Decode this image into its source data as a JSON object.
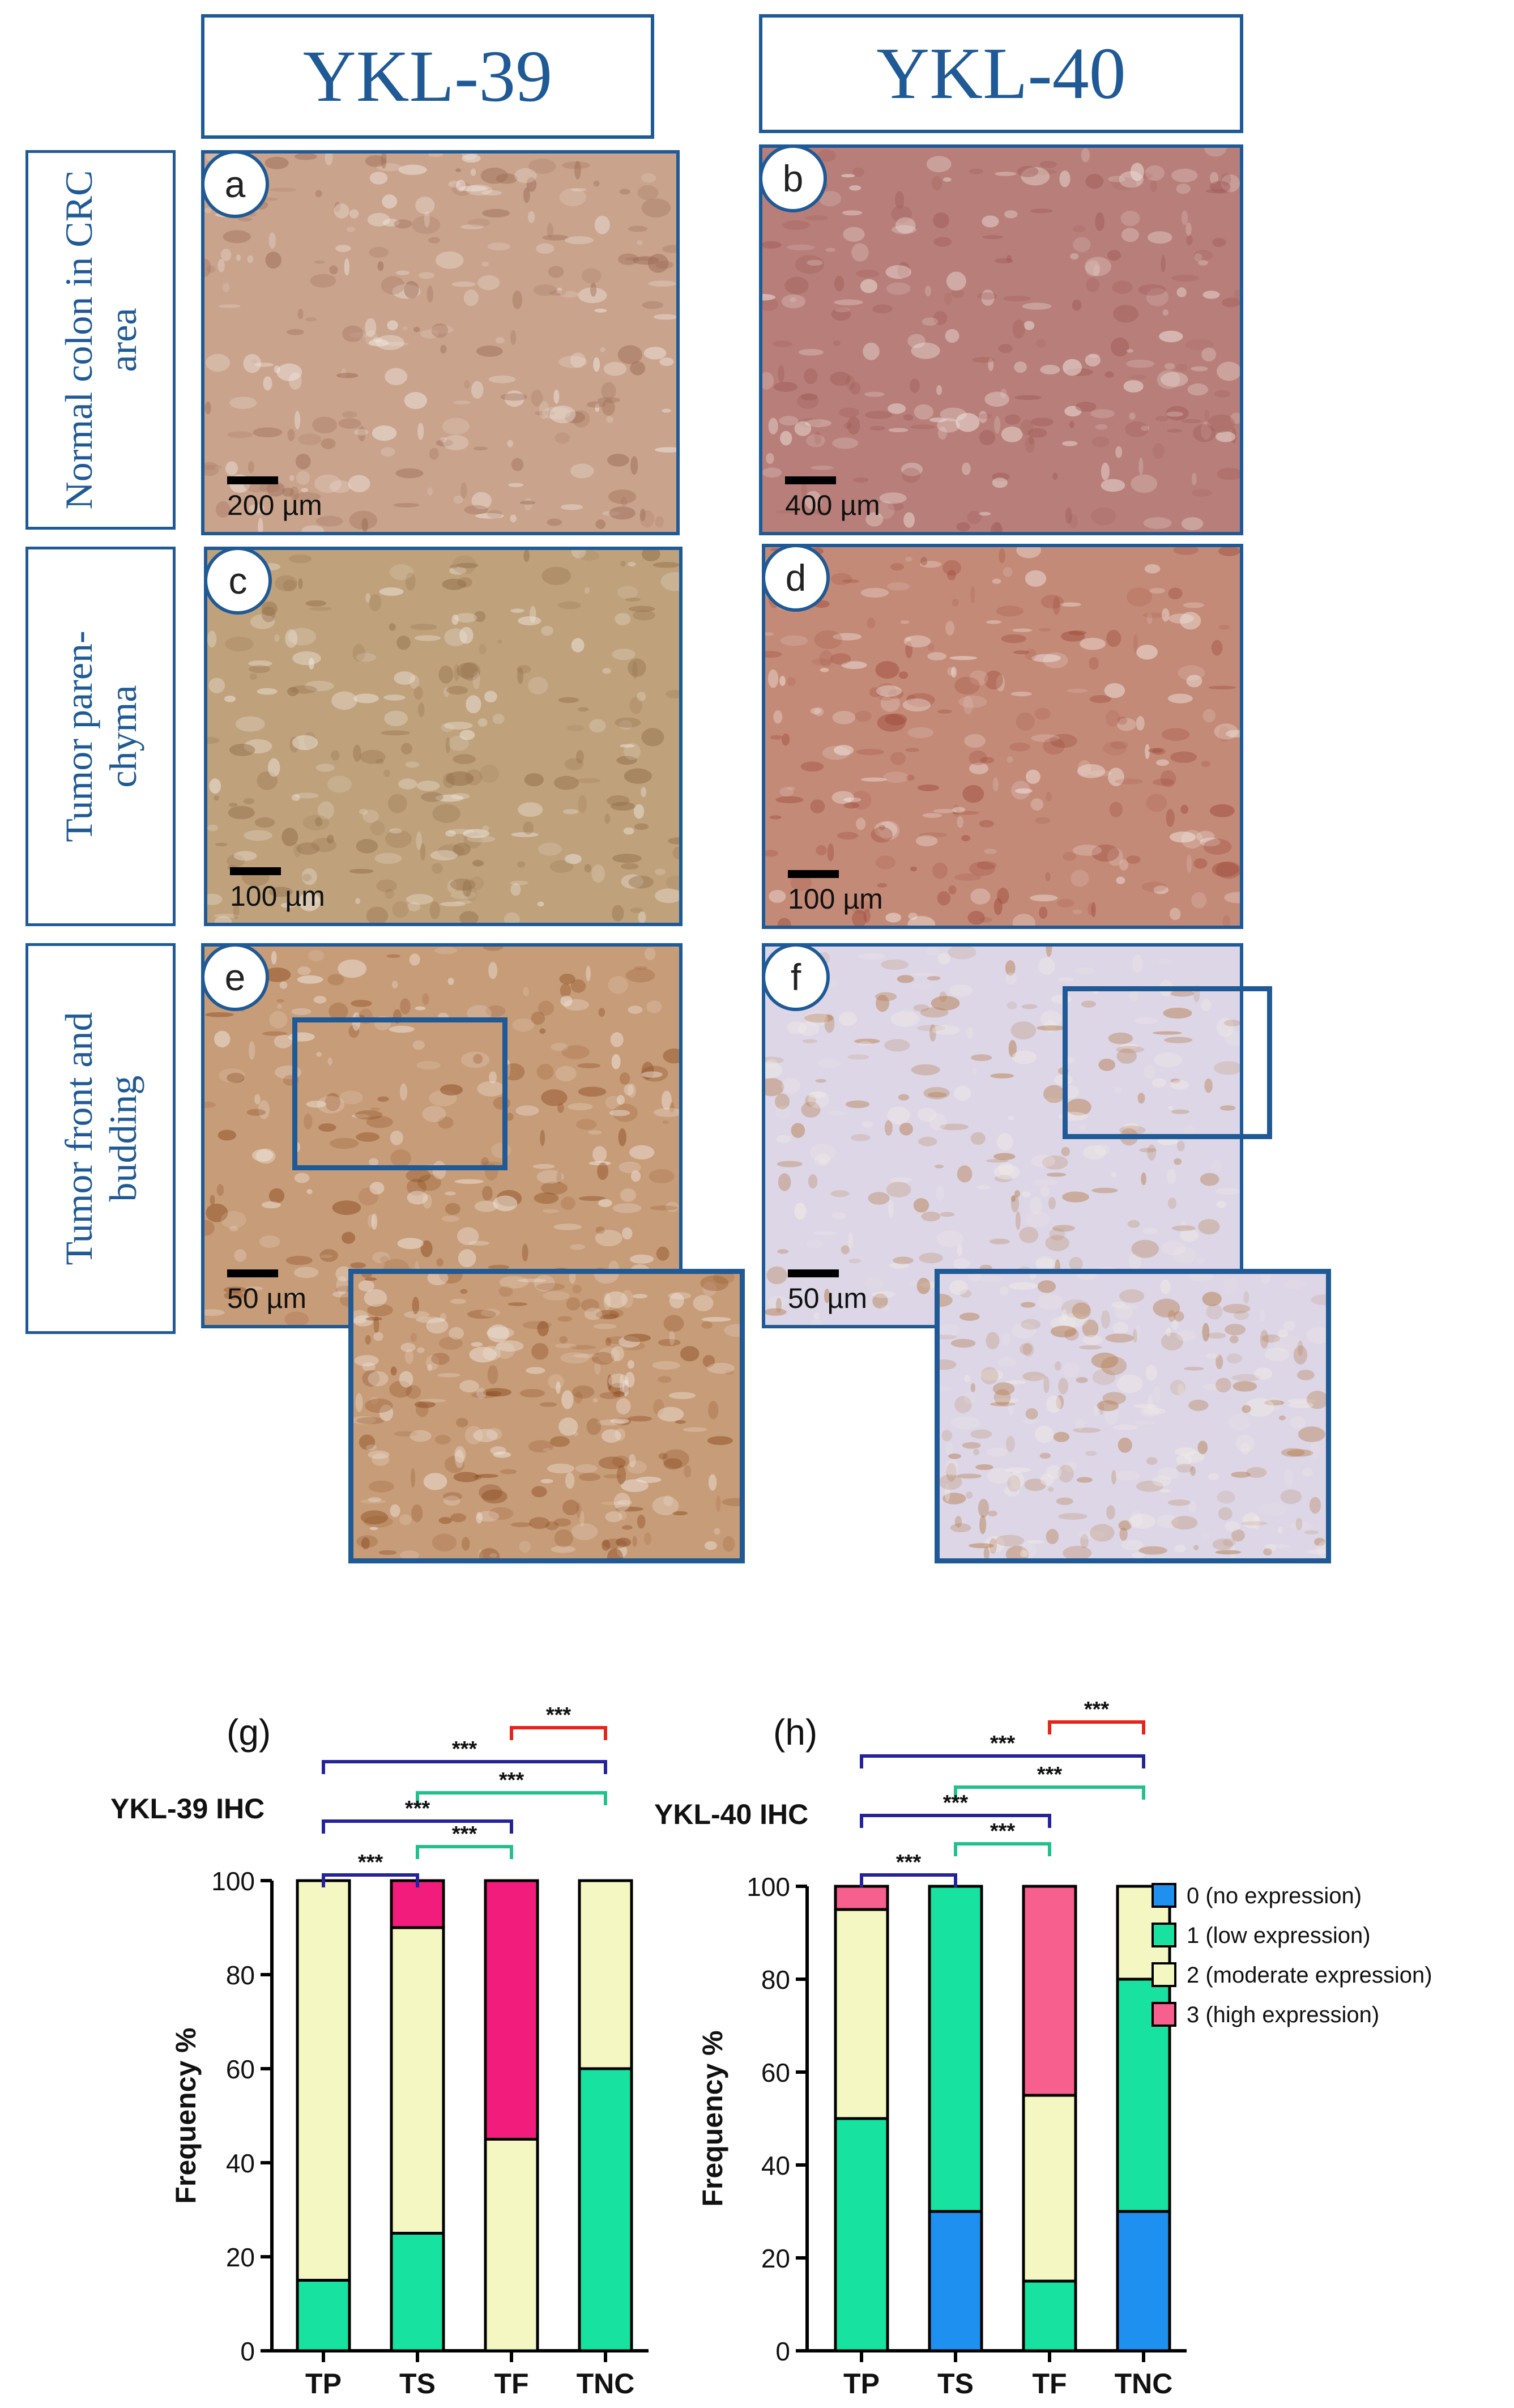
{
  "headers": {
    "left": "YKL-39",
    "right": "YKL-40"
  },
  "row_labels": [
    "Normal colon in CRC\narea",
    "Tumor paren-\nchyma",
    "Tumor front and\nbudding"
  ],
  "panels": [
    {
      "letter": "a",
      "scale": "200 µm",
      "tissue": "#c9a38c",
      "accent": "#9b6a55"
    },
    {
      "letter": "b",
      "scale": "400 µm",
      "tissue": "#b87f7a",
      "accent": "#a05a55"
    },
    {
      "letter": "c",
      "scale": "100 µm",
      "tissue": "#bfa27c",
      "accent": "#8f6b48"
    },
    {
      "letter": "d",
      "scale": "100 µm",
      "tissue": "#c48a78",
      "accent": "#9e4a3a"
    },
    {
      "letter": "e",
      "scale": "50 µm",
      "tissue": "#c79c78",
      "accent": "#8a4a1e"
    },
    {
      "letter": "f",
      "scale": "50 µm",
      "tissue": "#dcd6e6",
      "accent": "#b47a4a"
    }
  ],
  "chart_data": [
    {
      "type": "bar",
      "panel_label": "(g)",
      "title": "YKL-39 IHC",
      "ylabel": "Frequency %",
      "categories": [
        "TP",
        "TS",
        "TF",
        "TNC"
      ],
      "ylim": [
        0,
        100
      ],
      "yticks": [
        "0",
        "20",
        "40",
        "60",
        "80",
        "100"
      ],
      "series": [
        {
          "name": "0 (no expression)",
          "color": "#1e90f0",
          "values": [
            0,
            0,
            0,
            0
          ]
        },
        {
          "name": "1 (low expression)",
          "color": "#18e2a0",
          "values": [
            15,
            25,
            0,
            60
          ]
        },
        {
          "name": "2 (moderate expression)",
          "color": "#f5f7c2",
          "values": [
            85,
            65,
            45,
            40
          ]
        },
        {
          "name": "3 (high expression)",
          "color": "#f21c7c",
          "values": [
            0,
            10,
            55,
            0
          ]
        }
      ],
      "significance": [
        {
          "from": "TF",
          "to": "TNC",
          "label": "***",
          "color": "#e8231a"
        },
        {
          "from": "TP",
          "to": "TNC",
          "label": "***",
          "color": "#24239c"
        },
        {
          "from": "TS",
          "to": "TNC",
          "label": "***",
          "color": "#22c08a"
        },
        {
          "from": "TP",
          "to": "TF",
          "label": "***",
          "color": "#24239c"
        },
        {
          "from": "TS",
          "to": "TF",
          "label": "***",
          "color": "#22c08a"
        },
        {
          "from": "TP",
          "to": "TS",
          "label": "***",
          "color": "#24239c"
        }
      ]
    },
    {
      "type": "bar",
      "panel_label": "(h)",
      "title": "YKL-40 IHC",
      "ylabel": "Frequency %",
      "categories": [
        "TP",
        "TS",
        "TF",
        "TNC"
      ],
      "ylim": [
        0,
        100
      ],
      "yticks": [
        "0",
        "20",
        "40",
        "60",
        "80",
        "100"
      ],
      "series": [
        {
          "name": "0 (no expression)",
          "color": "#1e90f0",
          "values": [
            0,
            30,
            0,
            30
          ]
        },
        {
          "name": "1 (low expression)",
          "color": "#18e2a0",
          "values": [
            50,
            70,
            15,
            50
          ]
        },
        {
          "name": "2 (moderate expression)",
          "color": "#f5f7c2",
          "values": [
            45,
            0,
            40,
            20
          ]
        },
        {
          "name": "3 (high expression)",
          "color": "#f75f8e",
          "values": [
            5,
            0,
            45,
            0
          ]
        }
      ],
      "significance": [
        {
          "from": "TF",
          "to": "TNC",
          "label": "***",
          "color": "#e8231a"
        },
        {
          "from": "TP",
          "to": "TNC",
          "label": "***",
          "color": "#24239c"
        },
        {
          "from": "TS",
          "to": "TNC",
          "label": "***",
          "color": "#22c08a"
        },
        {
          "from": "TP",
          "to": "TF",
          "label": "***",
          "color": "#24239c"
        },
        {
          "from": "TS",
          "to": "TF",
          "label": "***",
          "color": "#22c08a"
        },
        {
          "from": "TP",
          "to": "TS",
          "label": "***",
          "color": "#24239c"
        }
      ],
      "legend_position": "right"
    }
  ]
}
